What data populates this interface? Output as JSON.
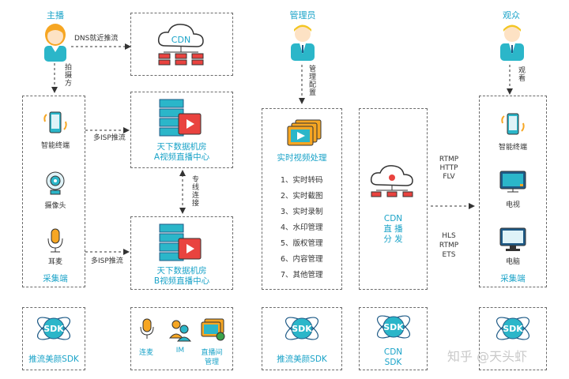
{
  "roles": {
    "anchor": "主播",
    "admin": "管理员",
    "viewer": "观众"
  },
  "labels": {
    "dns_nearby": "DNS就近推流",
    "capture_left": "拍摄方",
    "admin_config": "管理配置",
    "viewer_watch": "观看",
    "multi_isp_a": "多ISP推流",
    "multi_isp_b": "多ISP推流",
    "dedicated_line": "专线连接",
    "protocols_top": [
      "RTMP",
      "HTTP",
      "FLV"
    ],
    "protocols_bottom": [
      "HLS",
      "RTMP",
      "ETS"
    ]
  },
  "capture_left": {
    "items": [
      "智能终端",
      "摄像头",
      "耳麦"
    ],
    "title": "采集端"
  },
  "capture_right": {
    "items": [
      "智能终端",
      "电视",
      "电脑"
    ],
    "title": "采集端"
  },
  "cdn_top": {
    "icon_text": "CDN"
  },
  "datacenter_a": {
    "line1": "天下数据机房",
    "line2": "A视频直播中心"
  },
  "datacenter_b": {
    "line1": "天下数据机房",
    "line2": "B视频直播中心"
  },
  "video_processing": {
    "title": "实时视频处理",
    "items": [
      "1、实时转码",
      "2、实时截图",
      "3、实时录制",
      "4、水印管理",
      "5、版权管理",
      "6、内容管理",
      "7、其他管理"
    ]
  },
  "cdn_dist": {
    "lines": [
      "CDN",
      "直 播",
      "分 发"
    ]
  },
  "sdk_boxes": {
    "push_left": "推流美颜SDK",
    "push_mid": "推流美颜SDK",
    "cdn_sdk": [
      "CDN",
      "SDK"
    ],
    "sdk_text": "SDK",
    "tools": [
      "连麦",
      "IM",
      "直播间",
      "管理"
    ]
  },
  "watermark": "知乎 @天头虾"
}
